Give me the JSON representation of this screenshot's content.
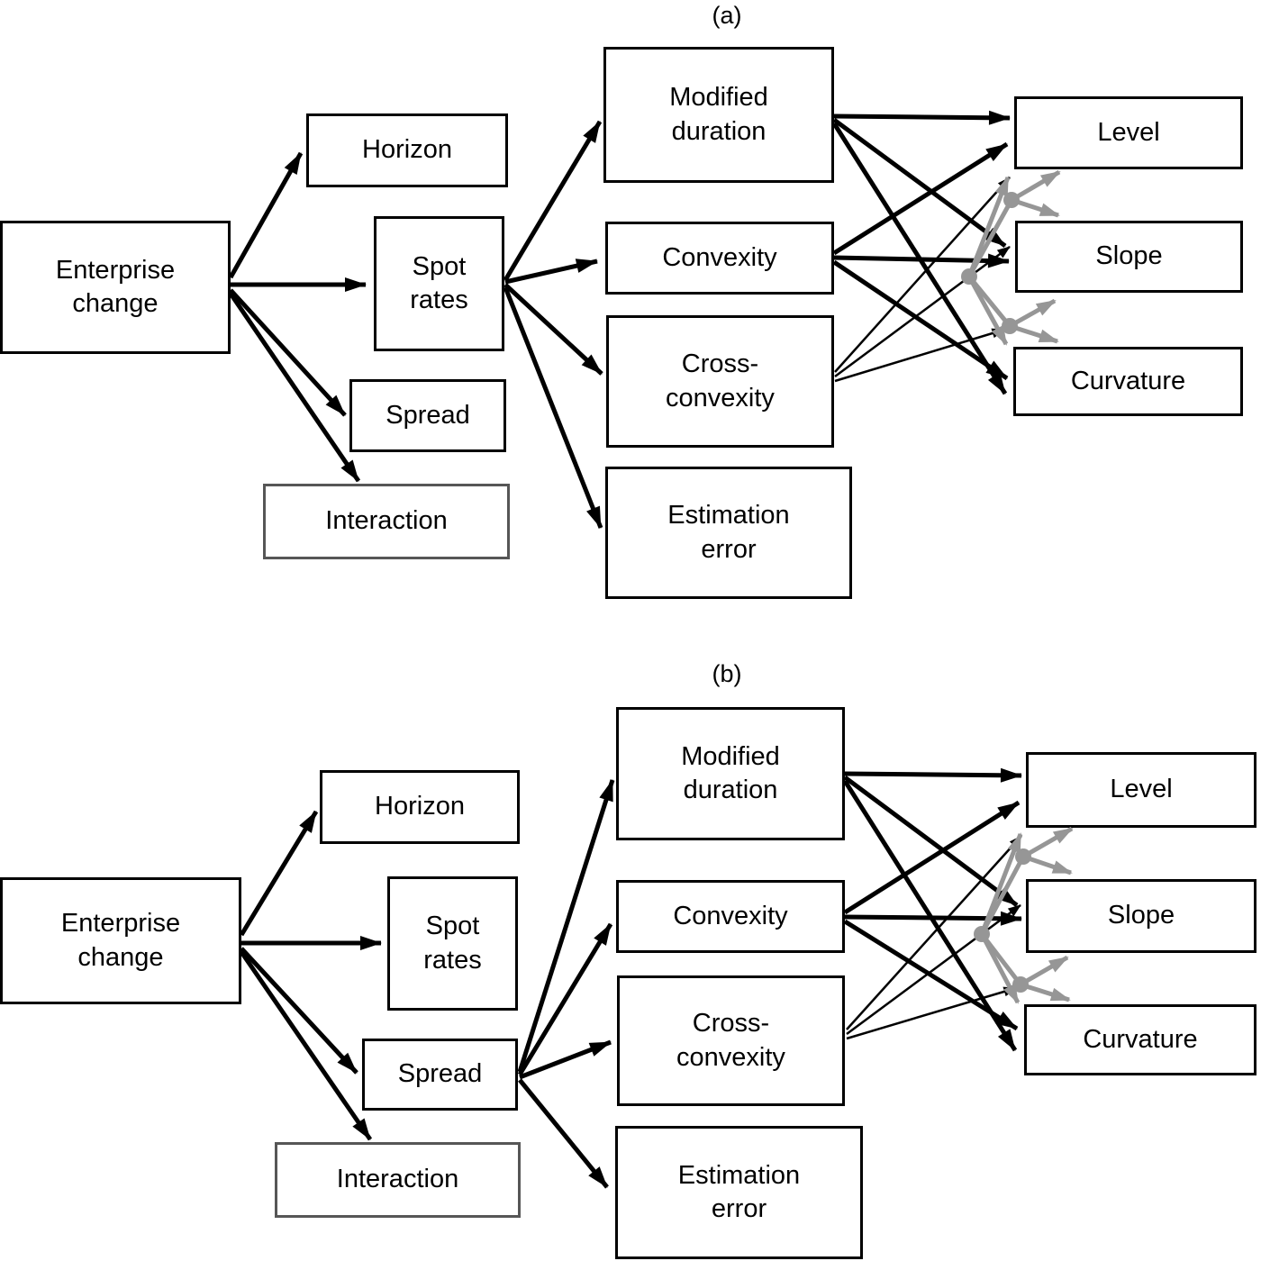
{
  "panel_a": {
    "title": "(a)",
    "boxes": {
      "enterprise_change": "Enterprise\nchange",
      "horizon": "Horizon",
      "spot_rates": "Spot\nrates",
      "spread": "Spread",
      "interaction": "Interaction",
      "modified_duration": "Modified\nduration",
      "convexity": "Convexity",
      "cross_convexity": "Cross-\nconvexity",
      "estimation_error": "Estimation\nerror",
      "level": "Level",
      "slope": "Slope",
      "curvature": "Curvature"
    },
    "edges": [
      {
        "from": "enterprise_change",
        "to": "horizon",
        "style": "thick"
      },
      {
        "from": "enterprise_change",
        "to": "spot_rates",
        "style": "thick"
      },
      {
        "from": "enterprise_change",
        "to": "spread",
        "style": "thick"
      },
      {
        "from": "enterprise_change",
        "to": "interaction",
        "style": "thick"
      },
      {
        "from": "spot_rates",
        "to": "modified_duration",
        "style": "thick"
      },
      {
        "from": "spot_rates",
        "to": "convexity",
        "style": "thick"
      },
      {
        "from": "spot_rates",
        "to": "cross_convexity",
        "style": "thick"
      },
      {
        "from": "spot_rates",
        "to": "estimation_error",
        "style": "thick"
      },
      {
        "from": "modified_duration",
        "to": "level",
        "style": "thick"
      },
      {
        "from": "modified_duration",
        "to": "slope",
        "style": "thick"
      },
      {
        "from": "modified_duration",
        "to": "curvature",
        "style": "thick"
      },
      {
        "from": "convexity",
        "to": "level",
        "style": "thick"
      },
      {
        "from": "convexity",
        "to": "slope",
        "style": "thick"
      },
      {
        "from": "convexity",
        "to": "curvature",
        "style": "thick"
      },
      {
        "from": "cross_convexity",
        "to": "level",
        "style": "thin"
      },
      {
        "from": "cross_convexity",
        "to": "slope",
        "style": "thin"
      },
      {
        "from": "cross_convexity",
        "to": "curvature",
        "style": "thin"
      }
    ],
    "gray_links": [
      {
        "between": [
          "level",
          "slope"
        ],
        "style": "gray-correlation"
      },
      {
        "between": [
          "slope",
          "curvature"
        ],
        "style": "gray-correlation"
      },
      {
        "between": [
          "level",
          "curvature"
        ],
        "style": "gray-correlation"
      }
    ]
  },
  "panel_b": {
    "title": "(b)",
    "boxes": {
      "enterprise_change": "Enterprise\nchange",
      "horizon": "Horizon",
      "spot_rates": "Spot\nrates",
      "spread": "Spread",
      "interaction": "Interaction",
      "modified_duration": "Modified\nduration",
      "convexity": "Convexity",
      "cross_convexity": "Cross-\nconvexity",
      "estimation_error": "Estimation\nerror",
      "level": "Level",
      "slope": "Slope",
      "curvature": "Curvature"
    },
    "edges": [
      {
        "from": "enterprise_change",
        "to": "horizon",
        "style": "thick"
      },
      {
        "from": "enterprise_change",
        "to": "spot_rates",
        "style": "thick"
      },
      {
        "from": "enterprise_change",
        "to": "spread",
        "style": "thick"
      },
      {
        "from": "enterprise_change",
        "to": "interaction",
        "style": "thick"
      },
      {
        "from": "spread",
        "to": "modified_duration",
        "style": "thick"
      },
      {
        "from": "spread",
        "to": "convexity",
        "style": "thick"
      },
      {
        "from": "spread",
        "to": "cross_convexity",
        "style": "thick"
      },
      {
        "from": "spread",
        "to": "estimation_error",
        "style": "thick"
      },
      {
        "from": "modified_duration",
        "to": "level",
        "style": "thick"
      },
      {
        "from": "modified_duration",
        "to": "slope",
        "style": "thick"
      },
      {
        "from": "modified_duration",
        "to": "curvature",
        "style": "thick"
      },
      {
        "from": "convexity",
        "to": "level",
        "style": "thick"
      },
      {
        "from": "convexity",
        "to": "slope",
        "style": "thick"
      },
      {
        "from": "convexity",
        "to": "curvature",
        "style": "thick"
      },
      {
        "from": "cross_convexity",
        "to": "level",
        "style": "thin"
      },
      {
        "from": "cross_convexity",
        "to": "slope",
        "style": "thin"
      },
      {
        "from": "cross_convexity",
        "to": "curvature",
        "style": "thin"
      }
    ],
    "gray_links": [
      {
        "between": [
          "level",
          "slope"
        ],
        "style": "gray-correlation"
      },
      {
        "between": [
          "slope",
          "curvature"
        ],
        "style": "gray-correlation"
      },
      {
        "between": [
          "level",
          "curvature"
        ],
        "style": "gray-correlation"
      }
    ]
  },
  "colors": {
    "box_border": "#000000",
    "interaction_box_border": "#565656",
    "arrow_black": "#000000",
    "arrow_gray": "#969696",
    "background": "#ffffff"
  }
}
